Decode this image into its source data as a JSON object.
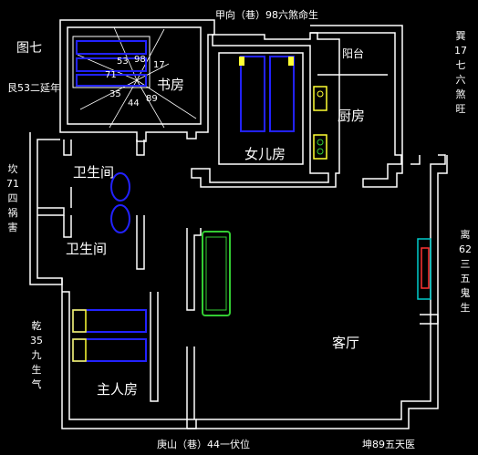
{
  "figure_label": "图七",
  "compass": {
    "top": "甲向（巷）98六煞命生",
    "bottom_left": "庚山（巷）44一伏位",
    "bottom_right": "坤89五天医",
    "left_upper": "艮53二延年",
    "left_middle": "坎71四祸害",
    "left_lower": "乾35九生气",
    "right_upper": "巽17七六煞旺",
    "right_lower": "离62三五鬼生"
  },
  "rooms": {
    "study": "书房",
    "balcony": "阳台",
    "kitchen": "厨房",
    "daughter": "女儿房",
    "bath1": "卫生间",
    "bath2": "卫生间",
    "living": "客厅",
    "master": "主人房"
  },
  "center_numbers": {
    "n53": "53",
    "n98": "98",
    "n17": "17",
    "n71": "71",
    "n35": "35",
    "n44": "44",
    "n89": "89"
  },
  "colors": {
    "wall": "#ffffff",
    "bed": "#2222ff",
    "bed_frame": "#ffff33",
    "sofa": "#33cc33",
    "sink": "#ffff33",
    "tv": "#ff3333",
    "tv_frame": "#00cccc"
  }
}
